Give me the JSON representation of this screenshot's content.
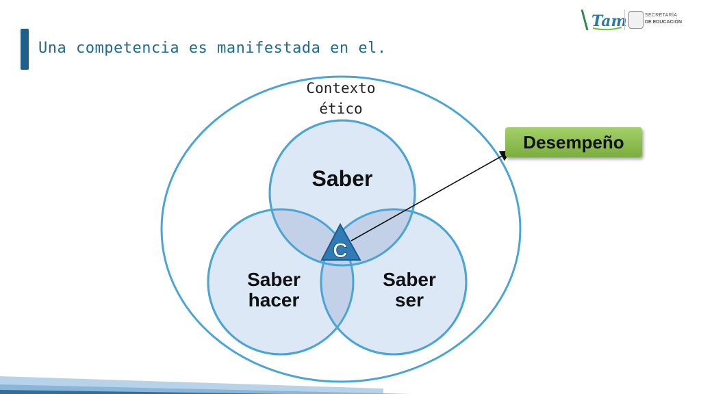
{
  "title": "Una competencia es manifestada en el.",
  "logo": {
    "brand_text": "Tam",
    "line1": "SECRETARÍA",
    "line2": "DE EDUCACIÓN"
  },
  "diagram": {
    "context_label_line1": "Contexto",
    "context_label_line2": "ético",
    "circle_top_label": "Saber",
    "circle_left_label_line1": "Saber",
    "circle_left_label_line2": "hacer",
    "circle_right_label_line1": "Saber",
    "circle_right_label_line2": "ser",
    "center_label": "C",
    "result_label": "Desempeño"
  },
  "colors": {
    "accent": "#1f5f8b",
    "title": "#1d6b8f",
    "circle_outline": "#4aa5d6",
    "circle_fill": "#dce8f5",
    "overlap_fill": "#c2d1e8",
    "triangle_fill": "#2e7bb6",
    "result_fill": "#8bbf4f"
  }
}
